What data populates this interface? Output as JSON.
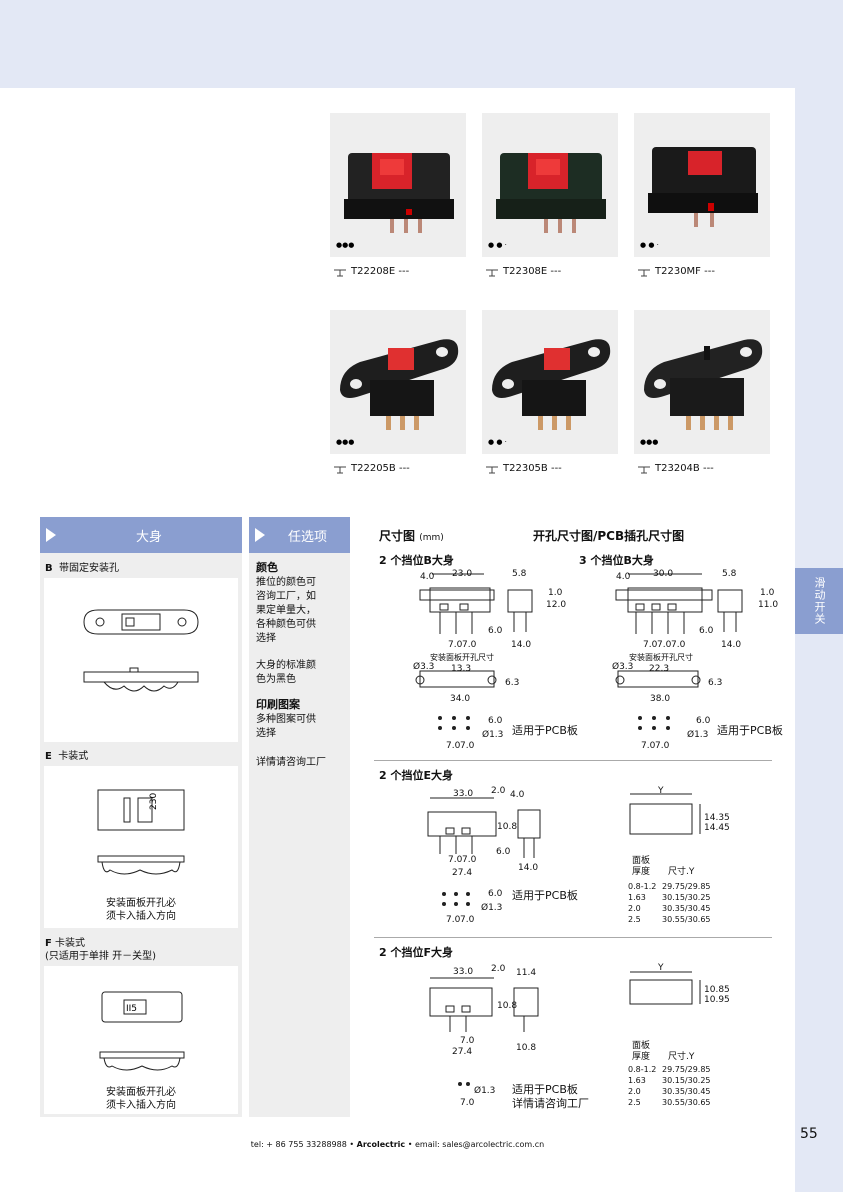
{
  "side_tab": "滑动开关",
  "products": [
    {
      "code": "T22208E ---"
    },
    {
      "code": "T22308E ---"
    },
    {
      "code": "T2230MF ---"
    },
    {
      "code": "T22205B ---"
    },
    {
      "code": "T22305B ---"
    },
    {
      "code": "T23204B ---"
    }
  ],
  "body_panel": {
    "header": "大身",
    "b_letter": "B",
    "b_label": "带固定安装孔",
    "e_letter": "E",
    "e_label": "卡装式",
    "e_marking": "230",
    "e_note_1": "安装面板开孔必",
    "e_note_2": "须卡入插入方向",
    "f_letter": "F",
    "f_label": "卡装式",
    "f_label_2": "(只适用于单排 开－关型)",
    "f_marking": "II5",
    "f_note_1": "安装面板开孔必",
    "f_note_2": "须卡入插入方向"
  },
  "options_panel": {
    "header": "任选项",
    "color_title": "颜色",
    "color_text": [
      "推位的颜色可",
      "咨询工厂，如",
      "果定单量大，",
      "各种颜色可供",
      "选择"
    ],
    "std_text": [
      "大身的标准颜",
      "色为黑色"
    ],
    "print_title": "印刷图案",
    "print_text": [
      "多种图案可供",
      "选择"
    ],
    "consult": "详情请咨询工厂"
  },
  "dimensions": {
    "title": "尺寸图",
    "unit": "(mm)",
    "cutout_title": "开孔尺寸图/PCB插孔尺寸图",
    "sec1_left": "2 个挡位B大身",
    "sec1_right": "3 个挡位B大身",
    "sec2": "2 个挡位E大身",
    "sec3": "2 个挡位F大身",
    "pcb_note": "适用于PCB板",
    "consult_note": "详情请咨询工厂",
    "cutout_note": "安装面板开孔尺寸",
    "b2": {
      "w": "23.0",
      "l": "4.0",
      "d1": "5.8",
      "d2": "1.0",
      "d3": "12.0",
      "p1": "7.0",
      "p2": "7.0",
      "h": "6.0",
      "s": "14.0",
      "hole": "Ø3.3",
      "c1": "13.3",
      "c2": "6.3",
      "c3": "34.0",
      "pcb1": "6.0",
      "pcb2": "Ø1.3",
      "pcbp1": "7.0",
      "pcbp2": "7.0"
    },
    "b3": {
      "w": "30.0",
      "l": "4.0",
      "d1": "5.8",
      "d2": "1.0",
      "d3": "11.0",
      "p1": "7.0",
      "p2": "7.0",
      "p3": "7.0",
      "h": "6.0",
      "s": "14.0",
      "hole": "Ø3.3",
      "c1": "22.3",
      "c2": "6.3",
      "c3": "38.0",
      "pcb1": "6.0",
      "pcb2": "Ø1.3",
      "pcbp1": "7.0",
      "pcbp2": "7.0"
    },
    "e2": {
      "w": "33.0",
      "a": "2.0",
      "b": "4.0",
      "h": "10.8",
      "p1": "7.0",
      "p2": "7.0",
      "h2": "6.0",
      "s": "14.0",
      "l": "27.4",
      "pcb1": "6.0",
      "pcb2": "Ø1.3",
      "pcbp1": "7.0",
      "pcbp2": "7.0",
      "y": "Y",
      "y1": "14.35",
      "y2": "14.45"
    },
    "f2": {
      "w": "33.0",
      "a": "2.0",
      "b": "11.4",
      "h": "10.8",
      "p": "7.0",
      "l": "27.4",
      "s": "10.8",
      "pcb2": "Ø1.3",
      "pcbp": "7.0",
      "y": "Y",
      "y1": "10.85",
      "y2": "10.95"
    },
    "table_head_1": "面板",
    "table_head_2": "厚度",
    "table_head_3": "尺寸.Y",
    "table_rows": [
      [
        "0.8-1.2",
        "29.75/29.85"
      ],
      [
        "1.63",
        "30.15/30.25"
      ],
      [
        "2.0",
        "30.35/30.45"
      ],
      [
        "2.5",
        "30.55/30.65"
      ]
    ]
  },
  "footer": {
    "tel": "tel: + 86 755 33288988",
    "brand": "Arcolectric",
    "email": "email: sales@arcolectric.com.cn"
  },
  "page_number": "55"
}
